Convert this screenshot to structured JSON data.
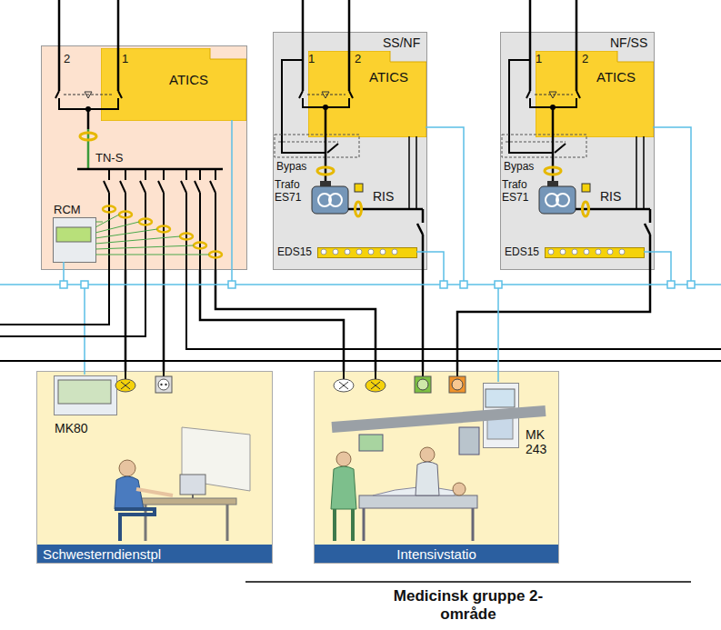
{
  "diagram": {
    "caption": "Medicinsk gruppe 2-område",
    "nodes": [
      {
        "text": [
          "TN-S"
        ]
      },
      {
        "text": [
          "ATICS"
        ],
        "in": 0
      },
      {
        "text": [
          "RCM"
        ],
        "in": 0
      },
      {
        "text": [
          "SS/NF"
        ]
      },
      {
        "text": [
          "ATICS"
        ],
        "in": 3
      },
      {
        "text": [
          "EDS15"
        ],
        "in": 3
      },
      {
        "text": [
          "NF/SS"
        ]
      },
      {
        "text": [
          "ATICS"
        ],
        "in": 6
      },
      {
        "text": [
          "EDS15"
        ],
        "in": 6
      },
      {
        "text": [
          "Schwesterndienstpl"
        ]
      },
      {
        "text": [
          "MK80"
        ],
        "in": 9
      },
      {
        "text": [
          "Intensivstatio"
        ]
      },
      {
        "text": [
          "MK 243"
        ],
        "in": 11
      }
    ],
    "edges": [
      {
        "from": 0,
        "to": 9,
        "arrow": "none"
      },
      {
        "from": 0,
        "to": 9,
        "arrow": "none"
      },
      {
        "from": 0,
        "to": 11,
        "arrow": "none"
      },
      {
        "from": 0,
        "to": 11,
        "arrow": "none"
      },
      {
        "from": 3,
        "to": 11,
        "arrow": "none"
      },
      {
        "from": 6,
        "to": 11,
        "arrow": "none"
      }
    ],
    "labels": [
      "2",
      "1",
      "1",
      "2",
      "Bypas",
      "Trafo ES71",
      "RIS",
      "1",
      "2",
      "Bypas",
      "Trafo ES71",
      "RIS"
    ]
  }
}
